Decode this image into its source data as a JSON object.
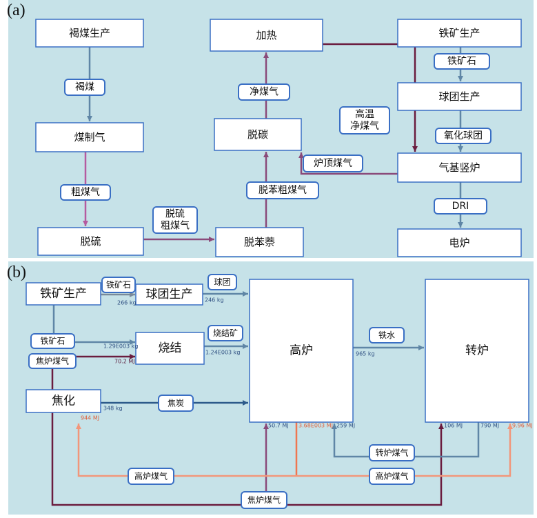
{
  "panel_a": {
    "label": "(a)",
    "nodes": {
      "lignite_production": "褐煤生产",
      "gasification": "煤制气",
      "desulfurization": "脱硫",
      "debenzene": "脱苯萘",
      "decarbonization": "脱碳",
      "heating": "加热",
      "iron_ore_production": "铁矿生产",
      "pellet_production": "球团生产",
      "shaft_furnace": "气基竖炉",
      "electric_furnace": "电炉"
    },
    "flows": {
      "lignite": "褐煤",
      "raw_gas": "粗煤气",
      "desulfurized_gas_1": "脱硫",
      "desulfurized_gas_2": "粗煤气",
      "debenzened_gas": "脱苯粗煤气",
      "clean_gas": "净煤气",
      "hot_clean_gas_1": "高温",
      "hot_clean_gas_2": "净煤气",
      "top_gas": "炉顶煤气",
      "iron_ore": "铁矿石",
      "oxidized_pellet": "氧化球团",
      "dri": "DRI"
    }
  },
  "panel_b": {
    "label": "(b)",
    "nodes": {
      "iron_ore_production": "铁矿生产",
      "pellet_production": "球团生产",
      "sintering": "烧结",
      "coking": "焦化",
      "blast_furnace": "高炉",
      "converter": "转炉"
    },
    "flows": {
      "iron_ore_1": "铁矿石",
      "iron_ore_2": "铁矿石",
      "pellet": "球团",
      "sinter": "烧结矿",
      "coke_oven_gas_1": "焦炉煤气",
      "coke": "焦炭",
      "hot_metal": "铁水",
      "converter_gas": "转炉煤气",
      "bf_gas_left": "高炉煤气",
      "bf_gas_right": "高炉煤气",
      "coke_oven_gas_2": "焦炉煤气"
    },
    "quantities": {
      "ore_to_pellet": "266 kg",
      "pellet_to_bf": "246 kg",
      "ore_to_sinter": "1.29E003 kg",
      "cog_to_sinter": "70.2 MJ",
      "sinter_to_bf": "1.24E003 kg",
      "coke_to_bf": "348 kg",
      "bfg_to_coking": "944 MJ",
      "hot_metal": "965 kg",
      "cog_to_bf": "50.7 MJ",
      "bfg_out": "3.68E003 MJ",
      "ldg_to_bf": "259 MJ",
      "cog_to_converter": "106 MJ",
      "ldg_out": "790 MJ",
      "bfg_to_converter": "9.96 MJ"
    }
  },
  "colors": {
    "background": "#c6e2e8",
    "box_border": "#3a6fc4",
    "line_blue": "#2c5a8a",
    "line_grey_blue": "#5f86a6",
    "line_maroon": "#6a1c3e",
    "line_purple": "#8a4a7a",
    "line_orange": "#ef7650",
    "qty_blue": "#2d4e80",
    "qty_orange": "#e0603c",
    "qty_maroon": "#5a1a3a"
  }
}
